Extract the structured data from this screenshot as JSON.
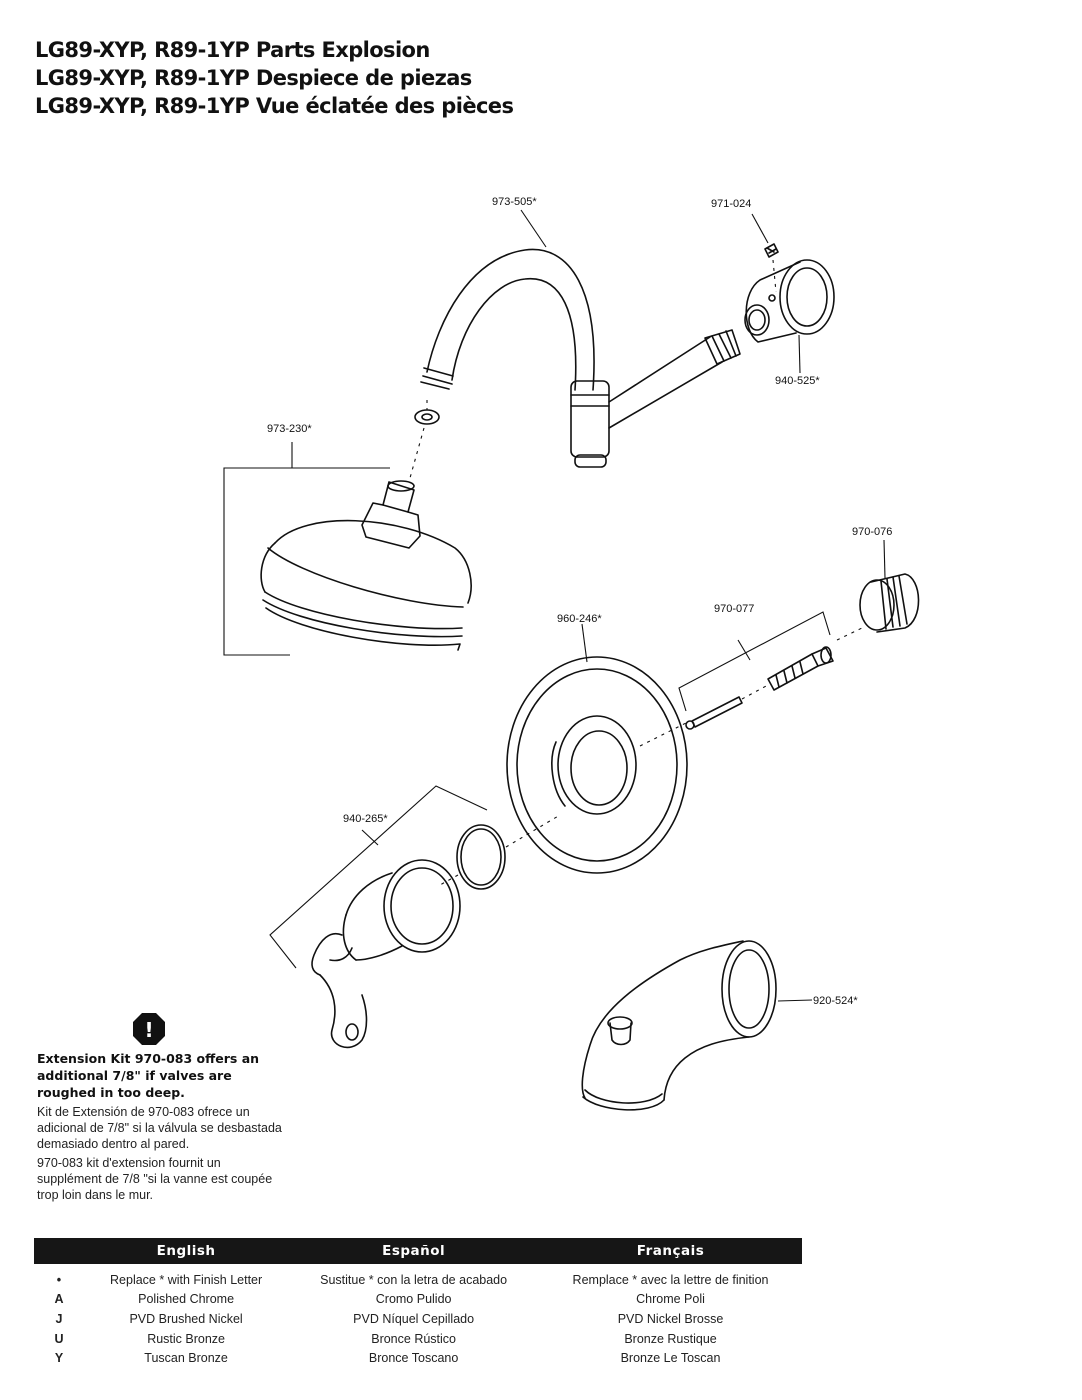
{
  "titles": [
    "LG89-XYP, R89-1YP Parts Explosion",
    "LG89-XYP, R89-1YP Despiece de piezas",
    "LG89-XYP, R89-1YP Vue éclatée des pièces"
  ],
  "parts": {
    "shower_arm": "973-505*",
    "set_screw": "971-024",
    "arm_flange": "940-525*",
    "shower_head": "973-230*",
    "sleeve": "970-076",
    "screws": "970-077",
    "escutcheon": "960-246*",
    "handle": "940-265*",
    "tub_spout": "920-524*"
  },
  "note": {
    "icon": "exclamation-octagon-icon",
    "icon_glyph": "!",
    "english": "Extension Kit 970-083 offers an additional 7/8\" if valves are roughed in too deep.",
    "spanish": "Kit de Extensión de 970-083 ofrece un adicional de 7/8\" si la válvula se desbastada demasiado dentro al pared.",
    "french": "970-083 kit d'extension fournit un supplément de 7/8 \"si la vanne est coupée trop loin dans le mur."
  },
  "legend": {
    "headers": [
      "",
      "English",
      "Español",
      "Français"
    ],
    "rows": [
      {
        "code": "•",
        "en": "Replace * with Finish Letter",
        "es": "Sustitue * con la letra de acabado",
        "fr": "Remplace * avec la lettre de finition"
      },
      {
        "code": "A",
        "en": "Polished Chrome",
        "es": "Cromo Pulido",
        "fr": "Chrome Poli"
      },
      {
        "code": "J",
        "en": "PVD Brushed Nickel",
        "es": "PVD Níquel Cepillado",
        "fr": "PVD Nickel Brosse"
      },
      {
        "code": "U",
        "en": "Rustic Bronze",
        "es": "Bronce Rústico",
        "fr": "Bronze Rustique"
      },
      {
        "code": "Y",
        "en": "Tuscan Bronze",
        "es": "Bronce Toscano",
        "fr": "Bronze Le Toscan"
      }
    ]
  }
}
